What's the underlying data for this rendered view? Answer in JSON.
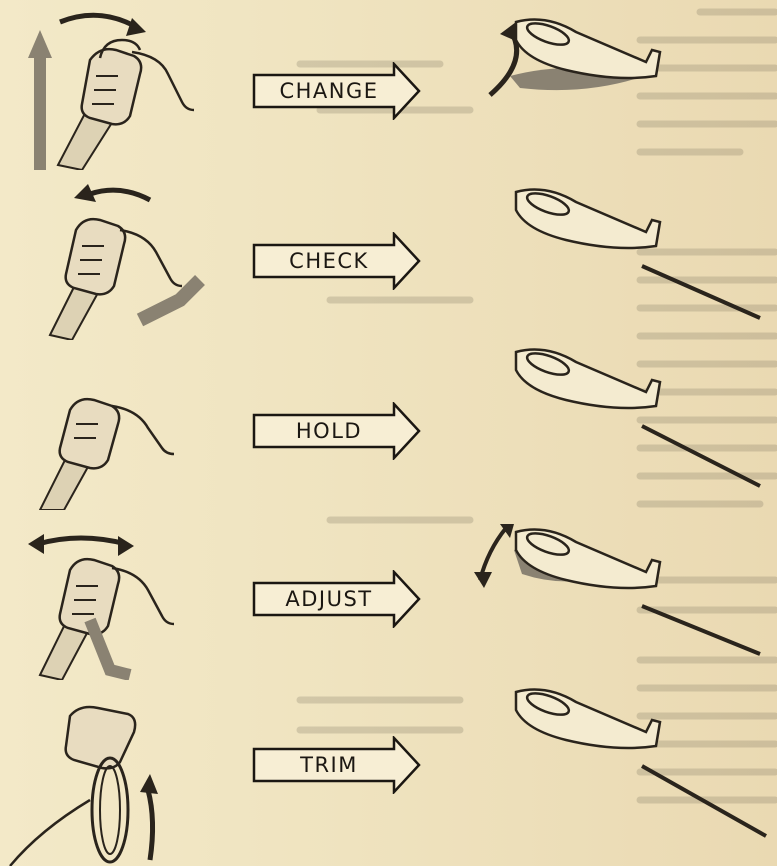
{
  "controls": [
    {
      "id": "change",
      "label": "CHANGE"
    },
    {
      "id": "check",
      "label": "CHECK"
    },
    {
      "id": "hold",
      "label": "HOLD"
    },
    {
      "id": "adjust",
      "label": "ADJUST"
    },
    {
      "id": "trim",
      "label": "TRIM"
    }
  ],
  "colors": {
    "paper": "#efe4c2",
    "ink": "#1b1712",
    "shade": "#8a8272"
  },
  "icons": [
    "control-column-hand-icon",
    "aircraft-attitude-icon",
    "trim-wheel-hand-icon"
  ]
}
